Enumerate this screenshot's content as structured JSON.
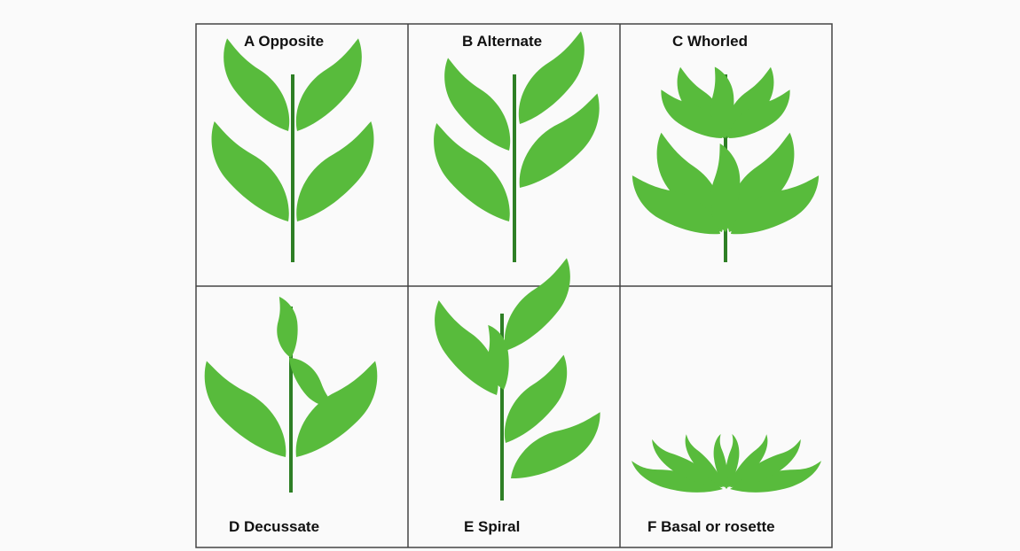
{
  "figure": {
    "panels": [
      {
        "id": "A",
        "label": "A  Opposite"
      },
      {
        "id": "B",
        "label": "B  Alternate"
      },
      {
        "id": "C",
        "label": "C  Whorled"
      },
      {
        "id": "D",
        "label": "D  Decussate"
      },
      {
        "id": "E",
        "label": "E  Spiral"
      },
      {
        "id": "F",
        "label": "F  Basal or rosette"
      }
    ]
  },
  "colors": {
    "leaf": "#58bb3c",
    "stem": "#2e7f25",
    "border": "#444444",
    "panel_background": "#fafafa"
  }
}
